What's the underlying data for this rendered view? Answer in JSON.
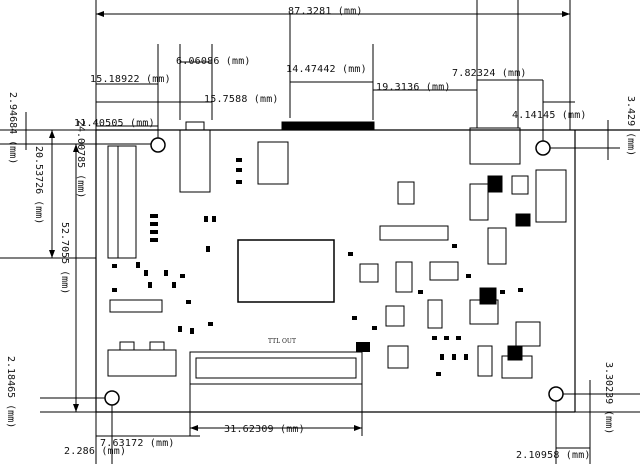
{
  "dimensions": {
    "overall_width": "87.3281 (mm)",
    "d_15_18922": "15.18922 (mm)",
    "d_6_06086": "6.06086 (mm)",
    "d_14_47442": "14.47442 (mm)",
    "d_15_7588": "15.7588 (mm)",
    "d_19_3136": "19.3136 (mm)",
    "d_7_82324": "7.82324 (mm)",
    "d_11_40505": "11.40505 (mm)",
    "d_4_14145": "4.14145 (mm)",
    "d_2_94684": "2.94684 (mm)",
    "d_24_00785": "24.00785 (mm)",
    "d_20_53726": "20.53726 (mm)",
    "d_52_7055": "52.7055 (mm)",
    "d_3_429": "3.429 (mm)",
    "d_2_18465": "2.18465 (mm)",
    "d_2_286": "2.286 (mm)",
    "d_7_63172": "7.63172 (mm)",
    "d_31_62309": "31.62309 (mm)",
    "d_2_10958": "2.10958 (mm)",
    "d_3_30239": "3.30239 (mm)"
  },
  "silkscreen": {
    "ttl_out": "TTL OUT"
  }
}
